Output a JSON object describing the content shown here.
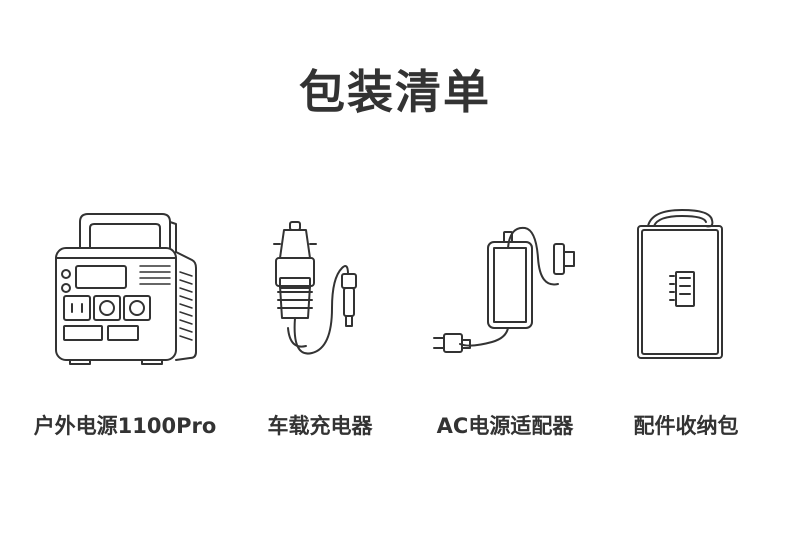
{
  "title": "包装清单",
  "items": [
    {
      "name": "户外电源1100Pro",
      "icon": "power-station-icon"
    },
    {
      "name": "车载充电器",
      "icon": "car-charger-icon"
    },
    {
      "name": "AC电源适配器",
      "icon": "ac-adapter-icon"
    },
    {
      "name": "配件收纳包",
      "icon": "storage-bag-icon"
    }
  ]
}
